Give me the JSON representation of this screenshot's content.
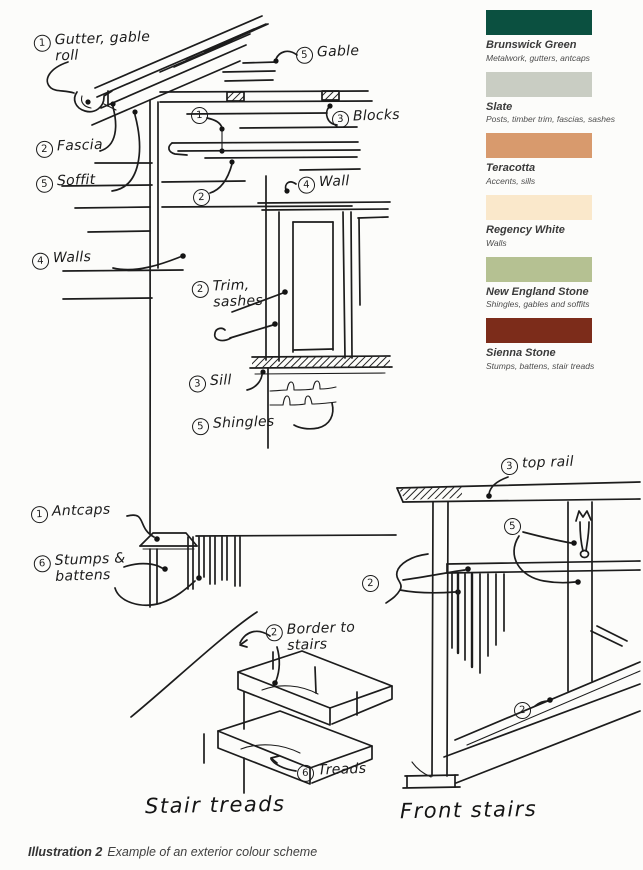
{
  "legend": {
    "items": [
      {
        "name": "Brunswick Green",
        "description": "Metalwork, gutters, antcaps",
        "color": "#0b5040"
      },
      {
        "name": "Slate",
        "description": "Posts, timber trim, fascias, sashes",
        "color": "#c9cdc3"
      },
      {
        "name": "Teracotta",
        "description": "Accents, sills",
        "color": "#d89a6d"
      },
      {
        "name": "Regency White",
        "description": "Walls",
        "color": "#fae8cb"
      },
      {
        "name": "New England Stone",
        "description": "Shingles, gables and soffits",
        "color": "#b5c192"
      },
      {
        "name": "Sienna Stone",
        "description": "Stumps, battens, stair treads",
        "color": "#7c2c1a"
      }
    ]
  },
  "sketch": {
    "labels": [
      {
        "num": "1",
        "text": "Gutter, gable\nroll"
      },
      {
        "num": "2",
        "text": "Fascia"
      },
      {
        "num": "5",
        "text": "Soffit"
      },
      {
        "num": "4",
        "text": "Walls"
      },
      {
        "num": "5",
        "text": "Gable"
      },
      {
        "num": "1",
        "text": ""
      },
      {
        "num": "3",
        "text": "Blocks"
      },
      {
        "num": "2",
        "text": ""
      },
      {
        "num": "4",
        "text": "Wall"
      },
      {
        "num": "2",
        "text": "Trim,\nsashes"
      },
      {
        "num": "3",
        "text": "Sill"
      },
      {
        "num": "5",
        "text": "Shingles"
      },
      {
        "num": "1",
        "text": "Antcaps"
      },
      {
        "num": "6",
        "text": "Stumps &\nbattens"
      },
      {
        "num": "2",
        "text": "Border to\nstairs"
      },
      {
        "num": "6",
        "text": "Treads"
      },
      {
        "num": "3",
        "text": "top rail"
      },
      {
        "num": "5",
        "text": ""
      },
      {
        "num": "2",
        "text": ""
      },
      {
        "num": "2",
        "text": ""
      }
    ],
    "captions": {
      "stair_treads": "Stair treads",
      "front_stairs": "Front stairs"
    }
  },
  "figure_caption": {
    "label": "Illustration 2",
    "text": "Example of an exterior colour scheme"
  }
}
